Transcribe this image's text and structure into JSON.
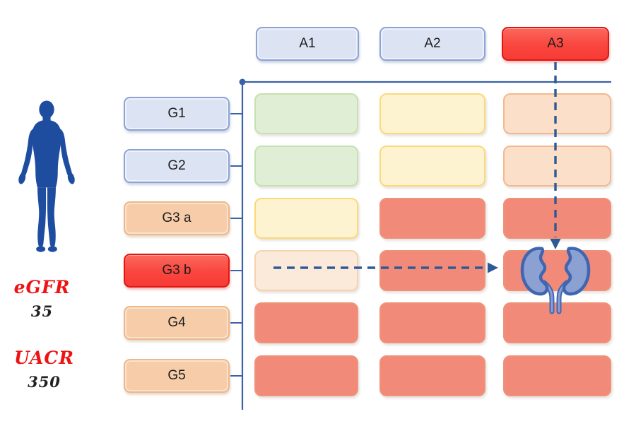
{
  "axes": {
    "albuminuria": {
      "name": "albuminuria-categories",
      "items": [
        {
          "label": "A1",
          "variant": "blue"
        },
        {
          "label": "A2",
          "variant": "blue"
        },
        {
          "label": "A3",
          "variant": "red"
        }
      ]
    },
    "gfr": {
      "name": "gfr-categories",
      "items": [
        {
          "label": "G1",
          "variant": "blue"
        },
        {
          "label": "G2",
          "variant": "blue"
        },
        {
          "label": "G3 a",
          "variant": "peach"
        },
        {
          "label": "G3 b",
          "variant": "red"
        },
        {
          "label": "G4",
          "variant": "peach"
        },
        {
          "label": "G5",
          "variant": "peach"
        }
      ]
    }
  },
  "risk_grid": {
    "columns": [
      "A1",
      "A2",
      "A3"
    ],
    "rows": [
      {
        "label": "G1",
        "cells": [
          "green",
          "yellow",
          "peach"
        ]
      },
      {
        "label": "G2",
        "cells": [
          "green",
          "yellow",
          "peach"
        ]
      },
      {
        "label": "G3 a",
        "cells": [
          "yellow",
          "salmon",
          "salmon"
        ]
      },
      {
        "label": "G3 b",
        "cells": [
          "cream",
          "salmon",
          "salmon"
        ]
      },
      {
        "label": "G4",
        "cells": [
          "salmon",
          "salmon",
          "salmon"
        ]
      },
      {
        "label": "G5",
        "cells": [
          "salmon",
          "salmon",
          "salmon"
        ]
      }
    ],
    "highlight": {
      "row": "G3 b",
      "column": "A3",
      "marker": "kidneys-icon"
    }
  },
  "annotations": {
    "row_arrow_from": "G3 b",
    "column_arrow_from": "A3",
    "arrows_target": "kidneys"
  },
  "patient": {
    "egfr_label": "eGFR",
    "egfr_value": "35",
    "uacr_label": "UACR",
    "uacr_value": "350"
  },
  "icons": [
    "human-silhouette-icon",
    "kidneys-icon",
    "arrow-down-icon",
    "arrow-right-icon"
  ],
  "colors": {
    "cell_green": "#dfeed4",
    "cell_yellow": "#fdf3d0",
    "cell_peach": "#fbdfc9",
    "cell_cream": "#fbead9",
    "cell_salmon": "#f18a79",
    "button_blue": "#dce4f3",
    "button_red": "#f9463e",
    "button_peach": "#f7cda9",
    "axis_blue": "#3a62a8",
    "arrow_navy": "#2d5a96",
    "silhouette_blue": "#1e4da0",
    "kidney_fill": "#8ba1d2",
    "kidney_stroke": "#4066b2",
    "handwriting_red": "#ee1312",
    "handwriting_dark": "#222222"
  }
}
